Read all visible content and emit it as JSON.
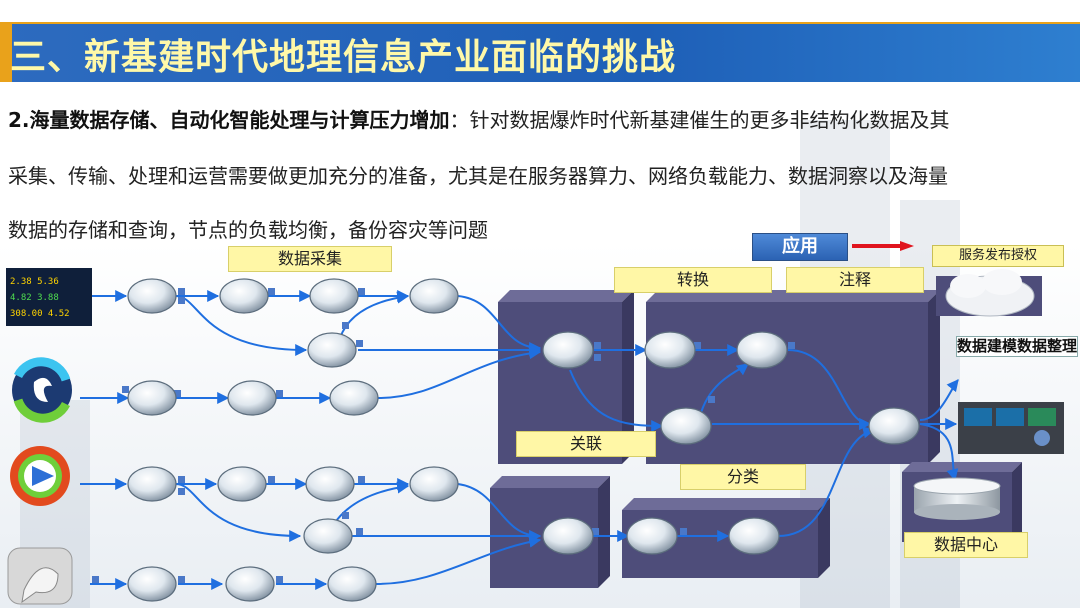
{
  "title": "三、新基建时代地理信息产业面临的挑战",
  "paragraph": {
    "heading": "2.海量数据存储、自动化智能处理与计算压力增加",
    "colon": "：",
    "line1_rest": "针对数据爆炸时代新基建催生的更多非结构化数据及其",
    "line2": "采集、传输、处理和运营需要做更加充分的准备，尤其是在服务器算力、网络负载能力、数据洞察以及海量",
    "line3": "数据的存储和查询，节点的负载均衡，备份容灾等问题"
  },
  "diagram": {
    "data_collection": "数据采集",
    "application": "应用",
    "service_publish": "服务发布授权",
    "conversion": "转换",
    "annotation": "注释",
    "data_modeling": "数据建模数据整理",
    "association": "关联",
    "classification": "分类",
    "data_center": "数据中心"
  },
  "colors": {
    "title_bg": "#1e5fb7",
    "title_text": "#fff8a8",
    "accent": "#e9a21b",
    "flow_line": "#1f6fe0",
    "server_box": "#4e4d7a",
    "label_bg": "#fff7a6",
    "arrow_red": "#e0141e"
  },
  "icons": [
    "stock-ticker-icon",
    "sync-arrows-icon",
    "media-play-icon",
    "speech-bubble-icon",
    "cloud-icon",
    "monitoring-room-icon",
    "database-cylinder-icon"
  ]
}
